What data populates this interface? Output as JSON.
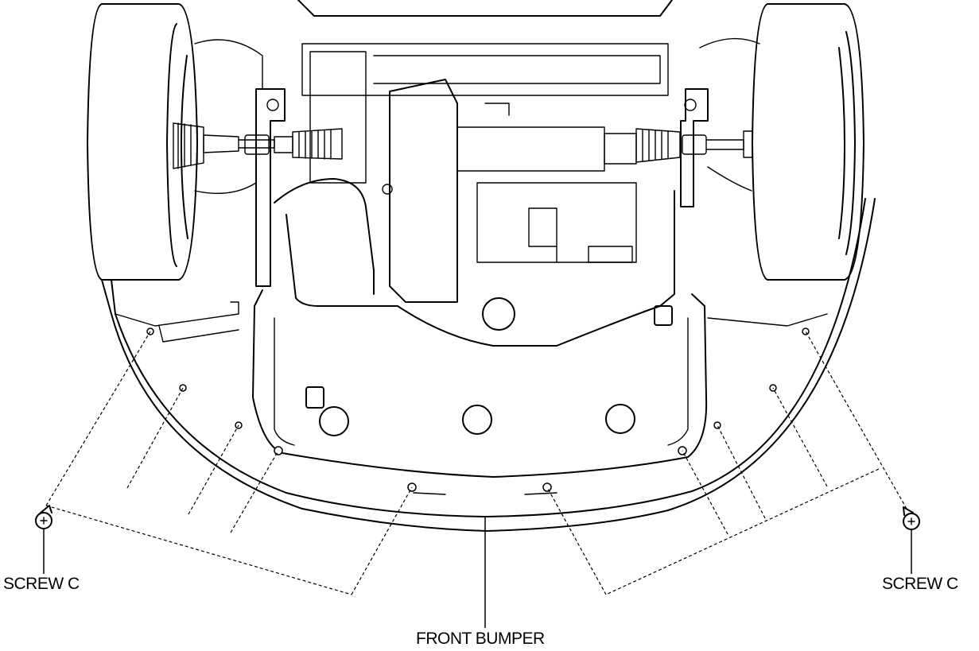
{
  "labels": {
    "screw_left": "SCREW C",
    "screw_right": "SCREW C",
    "front_bumper": "FRONT BUMPER"
  },
  "colors": {
    "line": "#000000",
    "background": "#ffffff"
  },
  "icons": [
    "screw-icon"
  ]
}
